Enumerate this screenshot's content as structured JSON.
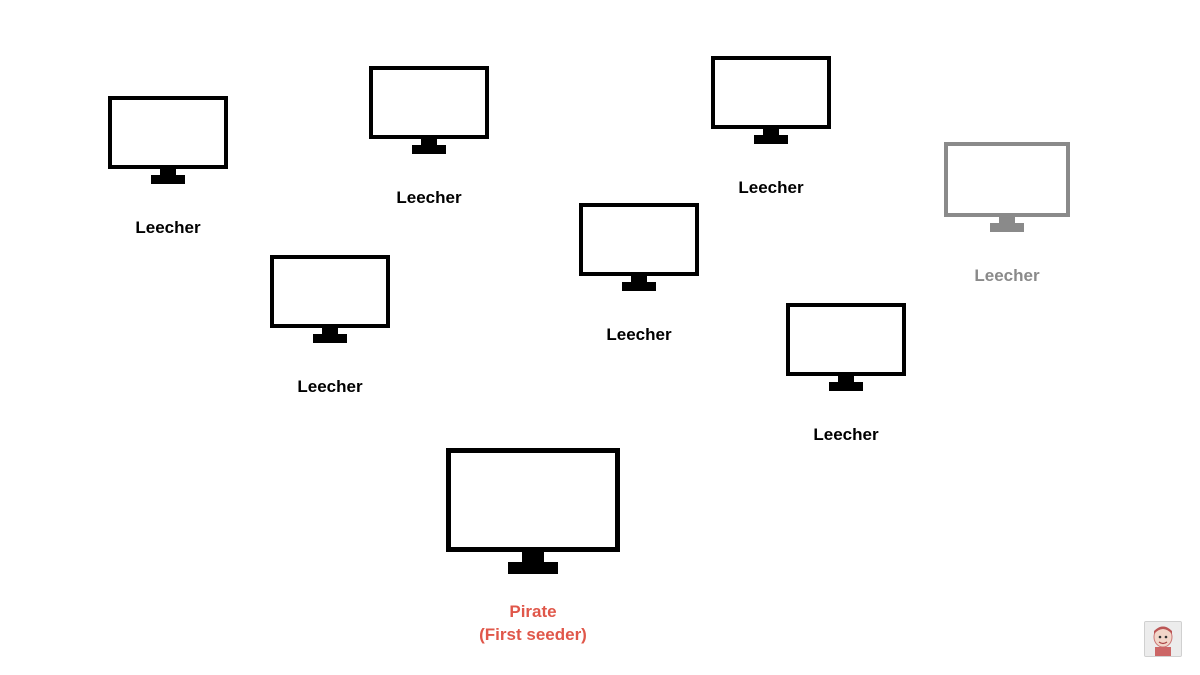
{
  "diagram": {
    "nodes": [
      {
        "id": "n1",
        "label": "Leecher",
        "role": "leecher",
        "state": "active"
      },
      {
        "id": "n2",
        "label": "Leecher",
        "role": "leecher",
        "state": "active"
      },
      {
        "id": "n3",
        "label": "Leecher",
        "role": "leecher",
        "state": "active"
      },
      {
        "id": "n4",
        "label": "Leecher",
        "role": "leecher",
        "state": "faded"
      },
      {
        "id": "n5",
        "label": "Leecher",
        "role": "leecher",
        "state": "active"
      },
      {
        "id": "n6",
        "label": "Leecher",
        "role": "leecher",
        "state": "active"
      },
      {
        "id": "n7",
        "label": "Leecher",
        "role": "leecher",
        "state": "active"
      },
      {
        "id": "n8",
        "label_line1": "Pirate",
        "label_line2": "(First seeder)",
        "role": "seeder",
        "state": "active"
      }
    ]
  },
  "colors": {
    "background": "#ffffff",
    "monitor": "#000000",
    "faded": "#8a8a8a",
    "leecher_text": "#000000",
    "pirate_text": "#e0574a"
  },
  "icons": {
    "monitor": "monitor-icon",
    "channel_avatar": "avatar-icon"
  }
}
